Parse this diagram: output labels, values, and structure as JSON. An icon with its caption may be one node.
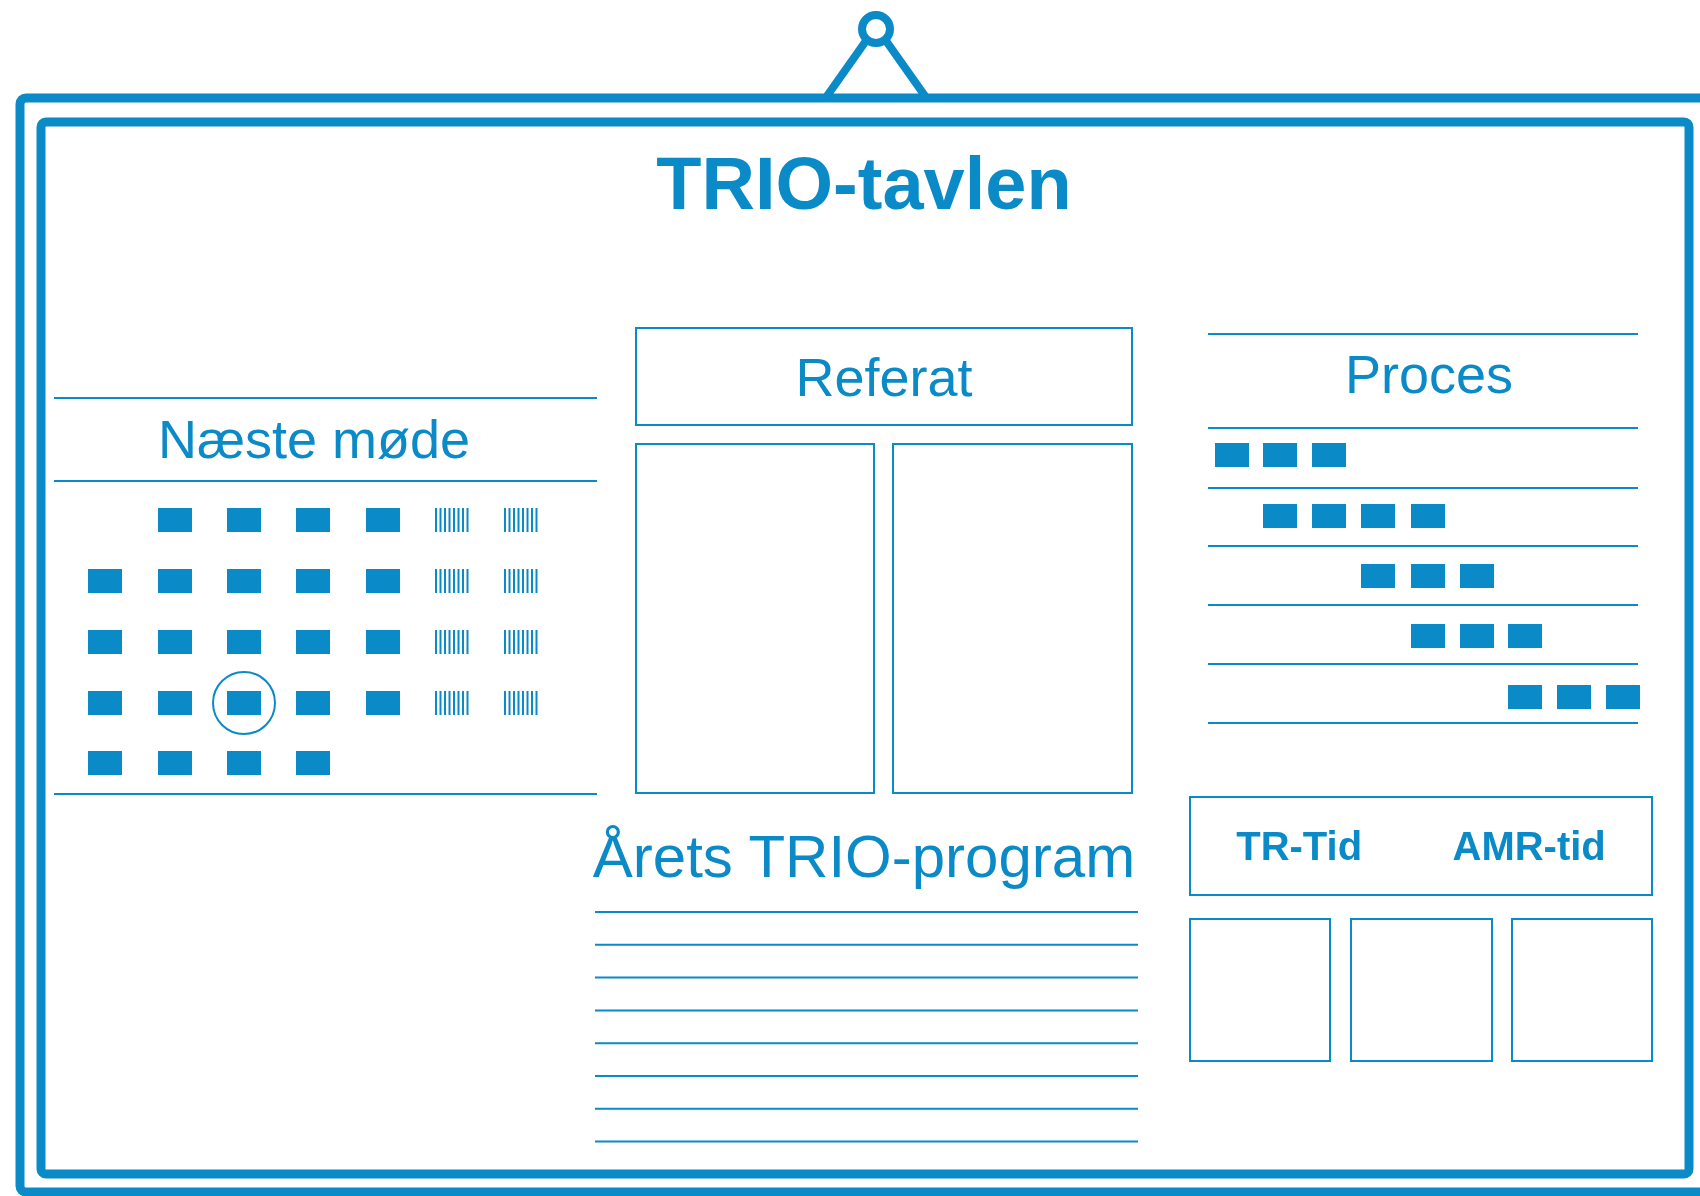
{
  "diagram": {
    "title": "TRIO-tavlen",
    "nodes": [
      {
        "text": [
          "Referat"
        ]
      },
      {
        "text": [],
        "shape": "box"
      },
      {
        "text": [],
        "shape": "box"
      },
      {
        "text": [
          "TR-Tid",
          "AMR-tid"
        ]
      },
      {
        "text": [],
        "shape": "box"
      },
      {
        "text": [],
        "shape": "box"
      },
      {
        "text": [],
        "shape": "box"
      }
    ],
    "labels": [
      "Næste møde",
      "Proces",
      "Årets TRIO-program"
    ]
  }
}
